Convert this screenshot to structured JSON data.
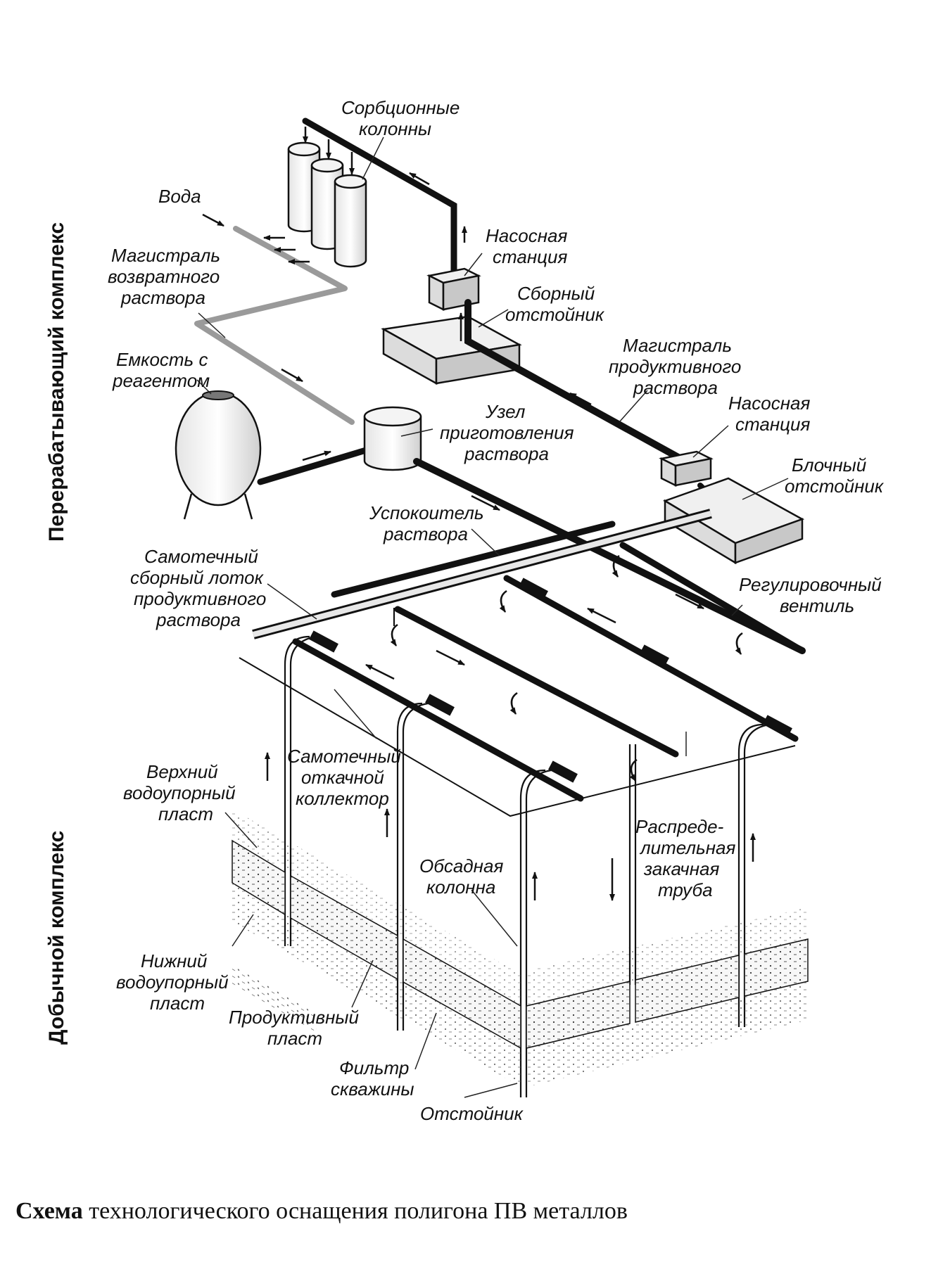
{
  "sections": {
    "processing": "Перерабатывающий комплекс",
    "mining": "Добычной комплекс"
  },
  "labels": {
    "sorption_columns": [
      "Сорбционные",
      "колонны"
    ],
    "water": [
      "Вода"
    ],
    "return_line": [
      "Магистраль",
      "возвратного",
      "раствора"
    ],
    "pump_station_top": [
      "Насосная",
      "станция"
    ],
    "collecting_settler": [
      "Сборный",
      "отстойник"
    ],
    "reagent_tank": [
      "Емкость с",
      "реагентом"
    ],
    "productive_line": [
      "Магистраль",
      "продуктивного",
      "раствора"
    ],
    "solution_prep": [
      "Узел",
      "приготовления",
      "раствора"
    ],
    "pump_station_mid": [
      "Насосная",
      "станция"
    ],
    "block_settler": [
      "Блочный",
      "отстойник"
    ],
    "solution_damper": [
      "Успокоитель",
      "раствора"
    ],
    "gravity_tray": [
      "Самотечный",
      "сборный лоток",
      "продуктивного",
      "раствора"
    ],
    "control_valve": [
      "Регулировочный",
      "вентиль"
    ],
    "upper_aquiclude": [
      "Верхний",
      "водоупорный",
      "пласт"
    ],
    "gravity_collector": [
      "Самотечный",
      "откачной",
      "коллектор"
    ],
    "distribution_pipe": [
      "Распреде-",
      "лительная",
      "закачная",
      "труба"
    ],
    "casing": [
      "Обсадная",
      "колонна"
    ],
    "lower_aquiclude": [
      "Нижний",
      "водоупорный",
      "пласт"
    ],
    "productive_layer": [
      "Продуктивный",
      "пласт"
    ],
    "well_filter": [
      "Фильтр",
      "скважины"
    ],
    "sump": [
      "Отстойник"
    ]
  },
  "caption": {
    "bold": "Схема",
    "rest": " технологического оснащения полигона ПВ металлов"
  }
}
